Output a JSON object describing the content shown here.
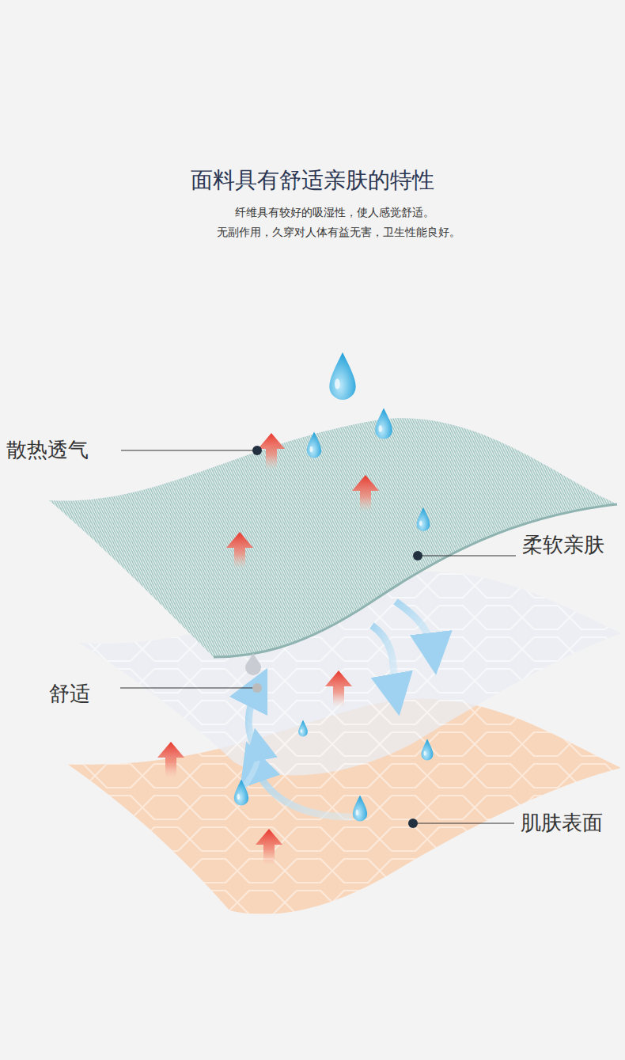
{
  "diagram": {
    "title": "面料具有舒适亲肤的特性",
    "labels": [
      "纤维具有较好的吸湿性，使人感觉舒适。",
      "无副作用，久穿对人体有益无害，卫生性能良好。",
      "散热透气",
      "柔软亲肤",
      "舒适",
      "肌肤表面"
    ]
  }
}
